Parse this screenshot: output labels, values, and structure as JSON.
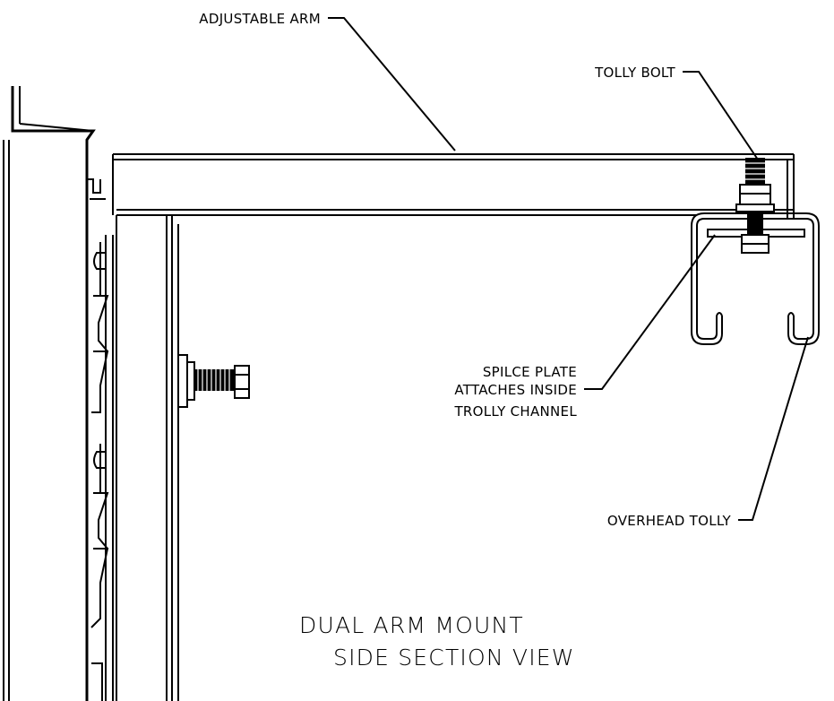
{
  "labels": {
    "adjustable_arm": "ADJUSTABLE ARM",
    "tolly_bolt": "TOLLY BOLT",
    "splice_line1": "SPILCE PLATE",
    "splice_line2": "ATTACHES INSIDE",
    "splice_line3": "TROLLY CHANNEL",
    "overhead_tolly": "OVERHEAD TOLLY"
  },
  "title": {
    "line1": "DUAL ARM MOUNT",
    "line2": "SIDE SECTION VIEW"
  }
}
